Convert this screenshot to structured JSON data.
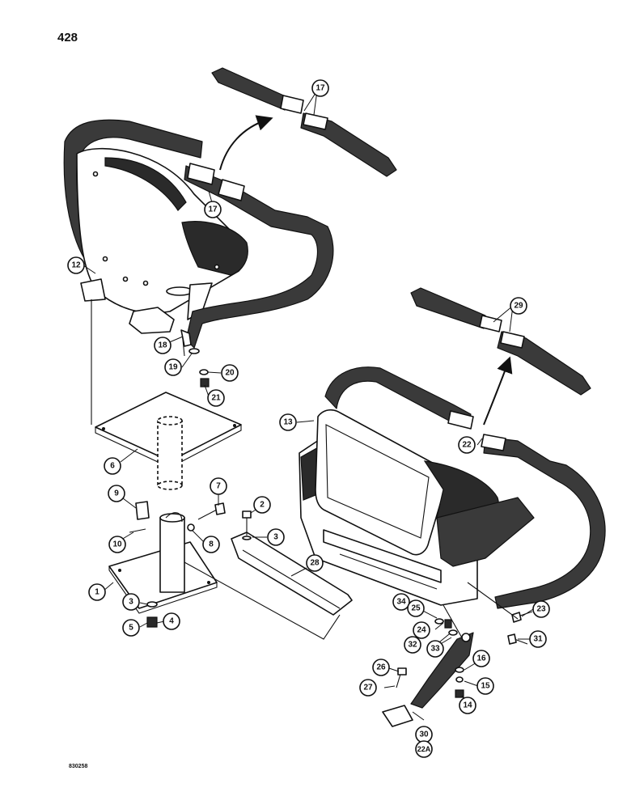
{
  "page_number": "428",
  "drawing_code": "830258",
  "callouts": {
    "c1": "1",
    "c2": "2",
    "c3a": "3",
    "c3b": "3",
    "c4": "4",
    "c5": "5",
    "c6": "6",
    "c7": "7",
    "c8": "8",
    "c9": "9",
    "c10": "10",
    "c12": "12",
    "c13": "13",
    "c14": "14",
    "c15": "15",
    "c16": "16",
    "c17a": "17",
    "c17b": "17",
    "c18": "18",
    "c19": "19",
    "c20": "20",
    "c21": "21",
    "c22a": "22",
    "c22b": "22A",
    "c23": "23",
    "c24": "24",
    "c25": "25",
    "c26": "26",
    "c27": "27",
    "c28": "28",
    "c29": "29",
    "c30": "30",
    "c31": "31",
    "c32": "32",
    "c33": "33",
    "c34": "34"
  }
}
